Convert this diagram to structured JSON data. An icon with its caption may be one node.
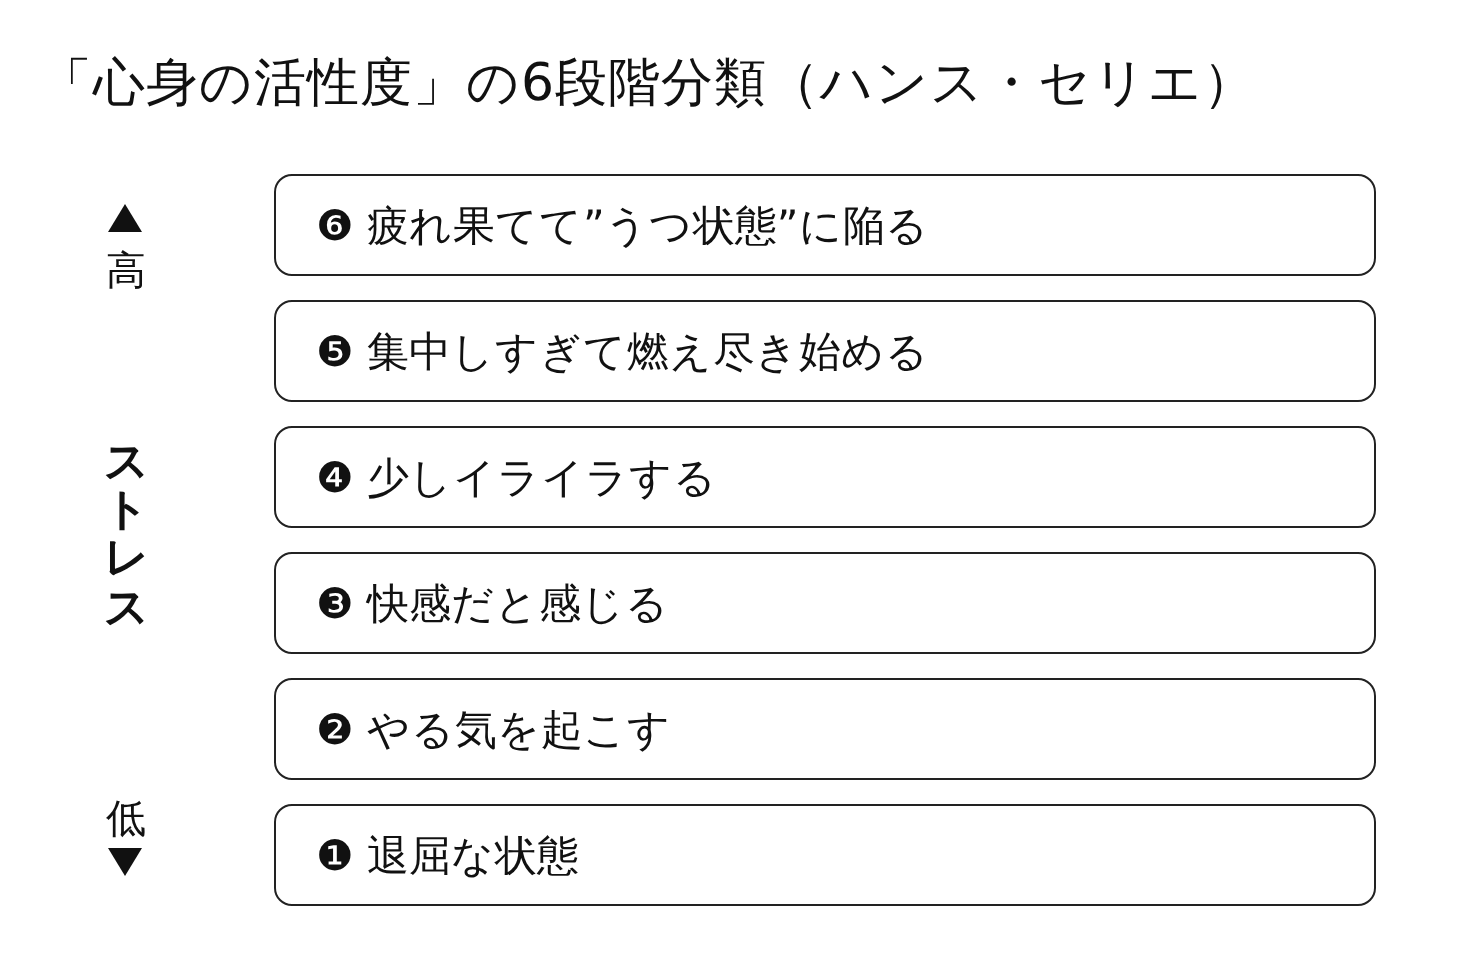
{
  "diagram": {
    "title": "「心身の活性度」の6段階分類（ハンス・セリエ）",
    "nodes": [
      {
        "text": [
          "❻ 疲れ果てて”うつ状態”に陥る"
        ]
      },
      {
        "text": [
          "❺ 集中しすぎて燃え尽き始める"
        ]
      },
      {
        "text": [
          "❹ 少しイライラする"
        ]
      },
      {
        "text": [
          "❸ 快感だと感じる"
        ]
      },
      {
        "text": [
          "❷ やる気を起こす"
        ]
      },
      {
        "text": [
          "❶ 退屈な状態"
        ]
      }
    ],
    "labels": [
      "高",
      "ストレス",
      "低"
    ]
  }
}
